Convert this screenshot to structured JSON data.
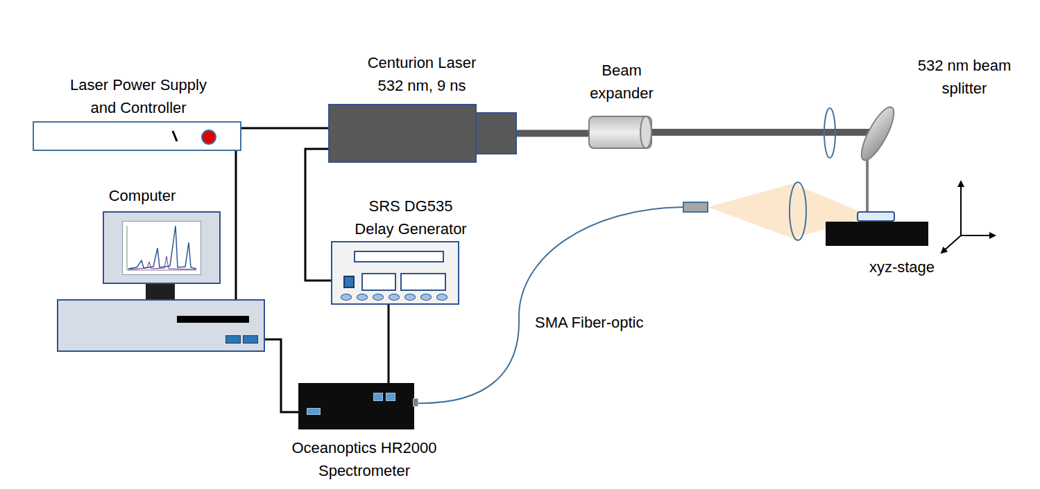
{
  "diagram": {
    "nodes": [
      {
        "text": [
          "Laser Power Supply and Controller"
        ]
      },
      {
        "text": [
          "Centurion Laser 532 nm, 9 ns"
        ]
      },
      {
        "text": [
          "Beam expander"
        ]
      },
      {
        "text": [
          "532 nm beam splitter"
        ]
      },
      {
        "text": [
          "Computer"
        ]
      },
      {
        "text": [
          "SRS DG535 Delay Generator"
        ]
      },
      {
        "text": [
          "Oceanoptics HR2000 Spectrometer"
        ]
      },
      {
        "text": [
          "xyz-stage"
        ]
      }
    ],
    "edges": [
      {
        "from": 0,
        "to": 1,
        "arrow": "none"
      },
      {
        "from": 0,
        "to": 4,
        "arrow": "none"
      },
      {
        "from": 1,
        "to": 5,
        "arrow": "none"
      },
      {
        "from": 5,
        "to": 6,
        "arrow": "none"
      },
      {
        "from": 6,
        "to": 4,
        "arrow": "none"
      },
      {
        "from": 1,
        "to": 2,
        "arrow": "none"
      },
      {
        "from": 2,
        "to": 3,
        "arrow": "none"
      },
      {
        "from": 3,
        "to": 7,
        "arrow": "none"
      }
    ],
    "labels": [
      "SMA Fiber-optic"
    ]
  }
}
